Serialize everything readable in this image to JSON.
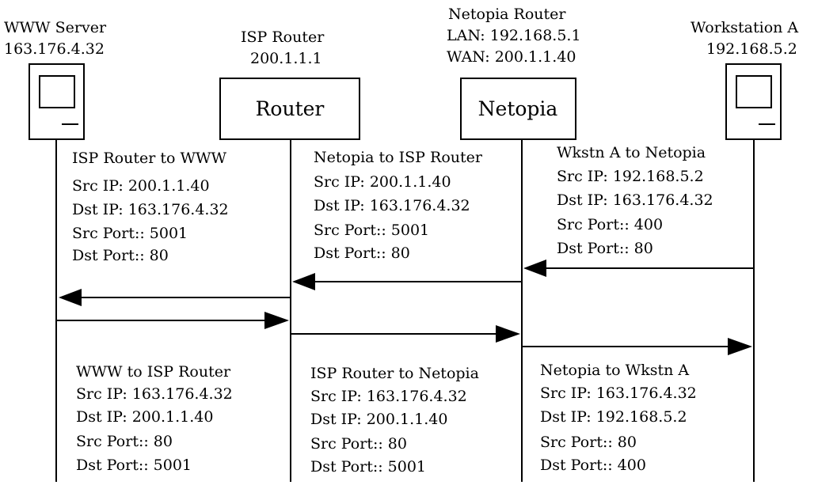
{
  "nodes": {
    "www": {
      "title": "WWW Server",
      "ip": "163.176.4.32"
    },
    "isp": {
      "title": "ISP Router",
      "ip": "200.1.1.1",
      "box_label": "Router"
    },
    "netopia": {
      "title": "Netopia Router",
      "lan": "LAN: 192.168.5.1",
      "wan": "WAN: 200.1.1.40",
      "box_label": "Netopia"
    },
    "wkstn": {
      "title": "Workstation A",
      "ip": "192.168.5.2"
    }
  },
  "packets": [
    {
      "title": "ISP Router to WWW",
      "src_ip": "Src IP: 200.1.1.40",
      "dst_ip": "Dst IP: 163.176.4.32",
      "src_port": "Src Port:: 5001",
      "dst_port": "Dst Port:: 80"
    },
    {
      "title": "Netopia to ISP Router",
      "src_ip": "Src IP: 200.1.1.40",
      "dst_ip": "Dst IP: 163.176.4.32",
      "src_port": "Src Port:: 5001",
      "dst_port": "Dst Port:: 80"
    },
    {
      "title": "Wkstn A to Netopia",
      "src_ip": "Src IP: 192.168.5.2",
      "dst_ip": "Dst IP: 163.176.4.32",
      "src_port": "Src Port:: 400",
      "dst_port": "Dst Port:: 80"
    },
    {
      "title": "WWW to ISP Router",
      "src_ip": "Src IP: 163.176.4.32",
      "dst_ip": "Dst IP: 200.1.1.40",
      "src_port": "Src Port:: 80",
      "dst_port": "Dst Port:: 5001"
    },
    {
      "title": "ISP Router to Netopia",
      "src_ip": "Src IP: 163.176.4.32",
      "dst_ip": "Dst IP: 200.1.1.40",
      "src_port": "Src Port:: 80",
      "dst_port": "Dst Port:: 5001"
    },
    {
      "title": "Netopia to Wkstn A",
      "src_ip": "Src IP: 163.176.4.32",
      "dst_ip": "Dst IP: 192.168.5.2",
      "src_port": "Src Port:: 80",
      "dst_port": "Dst Port:: 400"
    }
  ]
}
